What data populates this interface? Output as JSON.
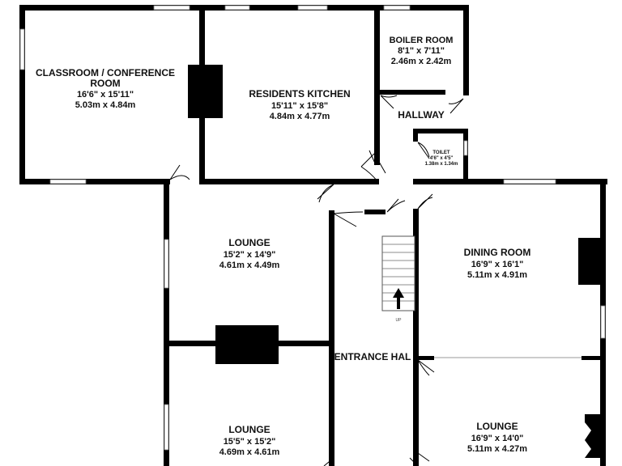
{
  "plan": {
    "wall_color": "#000000",
    "window_color": "#ffffff",
    "background": "#ffffff",
    "rooms": {
      "classroom": {
        "name_line1": "CLASSROOM / CONFERENCE",
        "name_line2": "ROOM",
        "imperial": "16'6\"  x 15'11\"",
        "metric": "5.03m  x 4.84m"
      },
      "kitchen": {
        "name": "RESIDENTS KITCHEN",
        "imperial": "15'11\"  x 15'8\"",
        "metric": "4.84m  x 4.77m"
      },
      "boiler": {
        "name": "BOILER ROOM",
        "imperial": "8'1\"  x 7'11\"",
        "metric": "2.46m  x 2.42m"
      },
      "hallway": {
        "name": "HALLWAY"
      },
      "toilet": {
        "name": "TOILET",
        "imperial": "4'6\"  x 4'5\"",
        "metric": "1.38m  x 1.34m"
      },
      "lounge1": {
        "name": "LOUNGE",
        "imperial": "15'2\"  x 14'9\"",
        "metric": "4.61m  x 4.49m"
      },
      "dining": {
        "name": "DINING ROOM",
        "imperial": "16'9\"  x 16'1\"",
        "metric": "5.11m  x 4.91m"
      },
      "entrance": {
        "name": "ENTRANCE HAL"
      },
      "lounge2": {
        "name": "LOUNGE",
        "imperial": "15'5\"  x 15'2\"",
        "metric": "4.69m  x 4.61m"
      },
      "lounge3": {
        "name": "LOUNGE",
        "imperial": "16'9\"  x 14'0\"",
        "metric": "5.11m  x 4.27m"
      }
    },
    "stairs_label": "UP"
  }
}
